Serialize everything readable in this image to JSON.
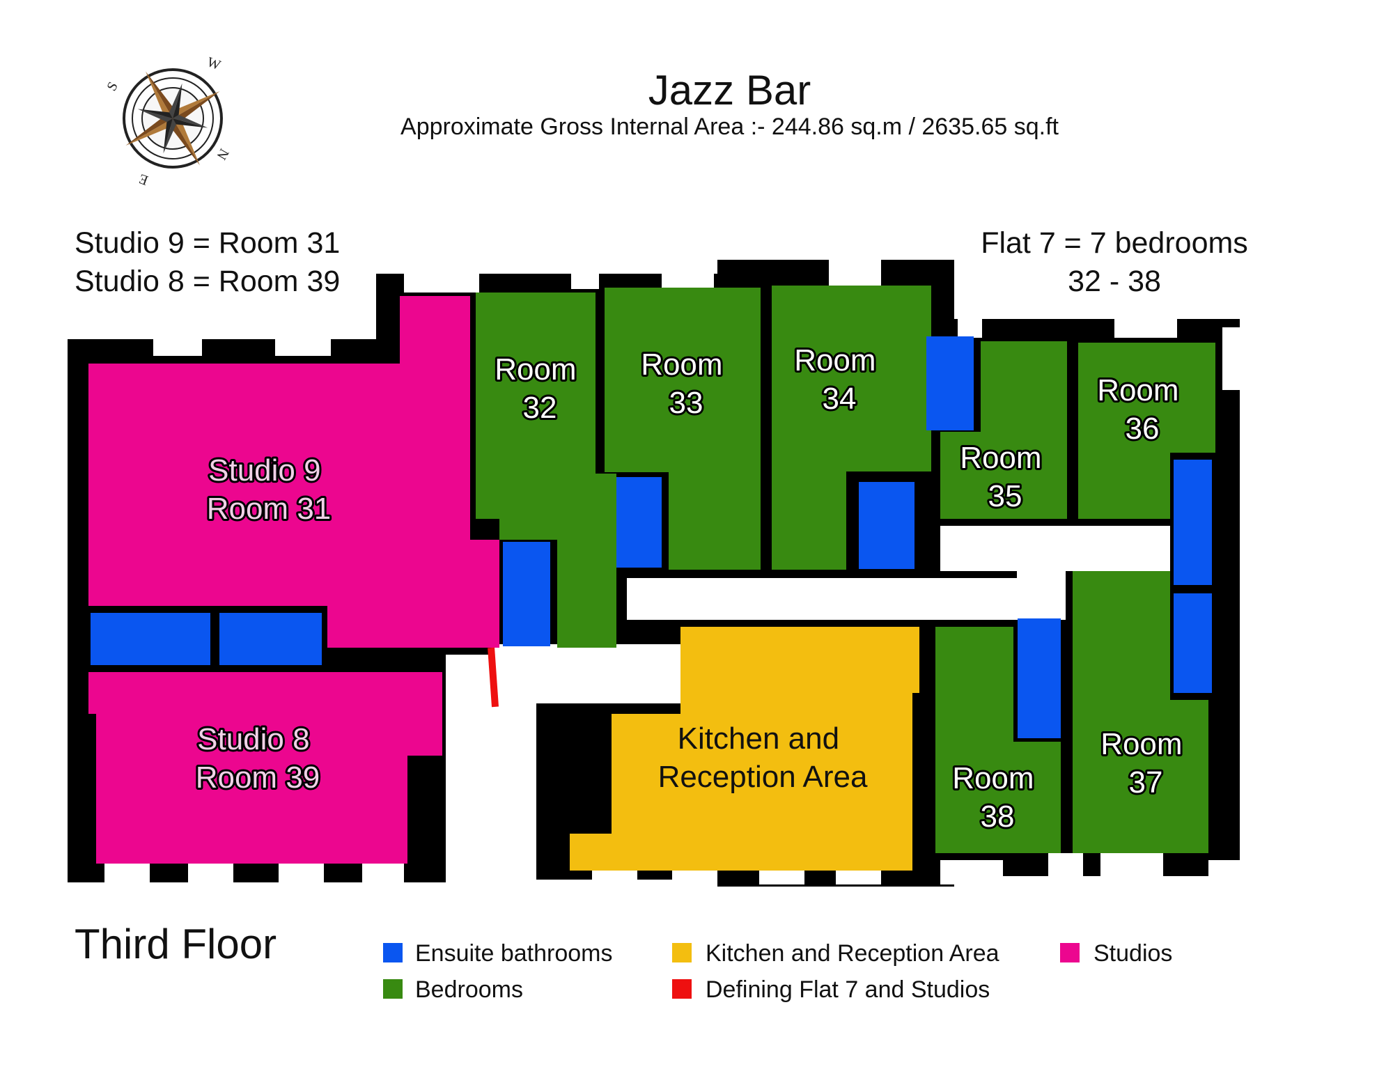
{
  "title": "Jazz Bar",
  "subtitle": "Approximate Gross Internal Area :- 244.86 sq.m / 2635.65 sq.ft",
  "notes": {
    "studio9": "Studio 9 = Room 31",
    "studio8": "Studio 8 = Room 39",
    "flat7_line1": "Flat 7 = 7 bedrooms",
    "flat7_line2": "32 - 38"
  },
  "floor_name": "Third Floor",
  "compass": {
    "icon": "compass-rose-icon",
    "letters": [
      "W",
      "S",
      "N",
      "E"
    ]
  },
  "rooms": {
    "studio9": [
      "Studio 9",
      "Room 31"
    ],
    "studio8": [
      "Studio 8",
      "Room 39"
    ],
    "room32": [
      "Room",
      "32"
    ],
    "room33": [
      "Room",
      "33"
    ],
    "room34": [
      "Room",
      "34"
    ],
    "room35": [
      "Room",
      "35"
    ],
    "room36": [
      "Room",
      "36"
    ],
    "room37": [
      "Room",
      "37"
    ],
    "room38": [
      "Room",
      "38"
    ],
    "kitchen": [
      "Kitchen and",
      "Reception Area"
    ]
  },
  "legend": [
    {
      "label": "Ensuite bathrooms",
      "color": "#0a56f0"
    },
    {
      "label": "Bedrooms",
      "color": "#388a11"
    },
    {
      "label": "Kitchen and Reception Area",
      "color": "#f3be10"
    },
    {
      "label": "Defining Flat 7 and Studios",
      "color": "#ee1010"
    },
    {
      "label": "Studios",
      "color": "#ec068f"
    }
  ],
  "colors": {
    "wall": "#000000",
    "bathroom": "#0a56f0",
    "bedroom": "#388a11",
    "kitchen": "#f3be10",
    "studio": "#ec068f",
    "divider": "#ee1010"
  }
}
